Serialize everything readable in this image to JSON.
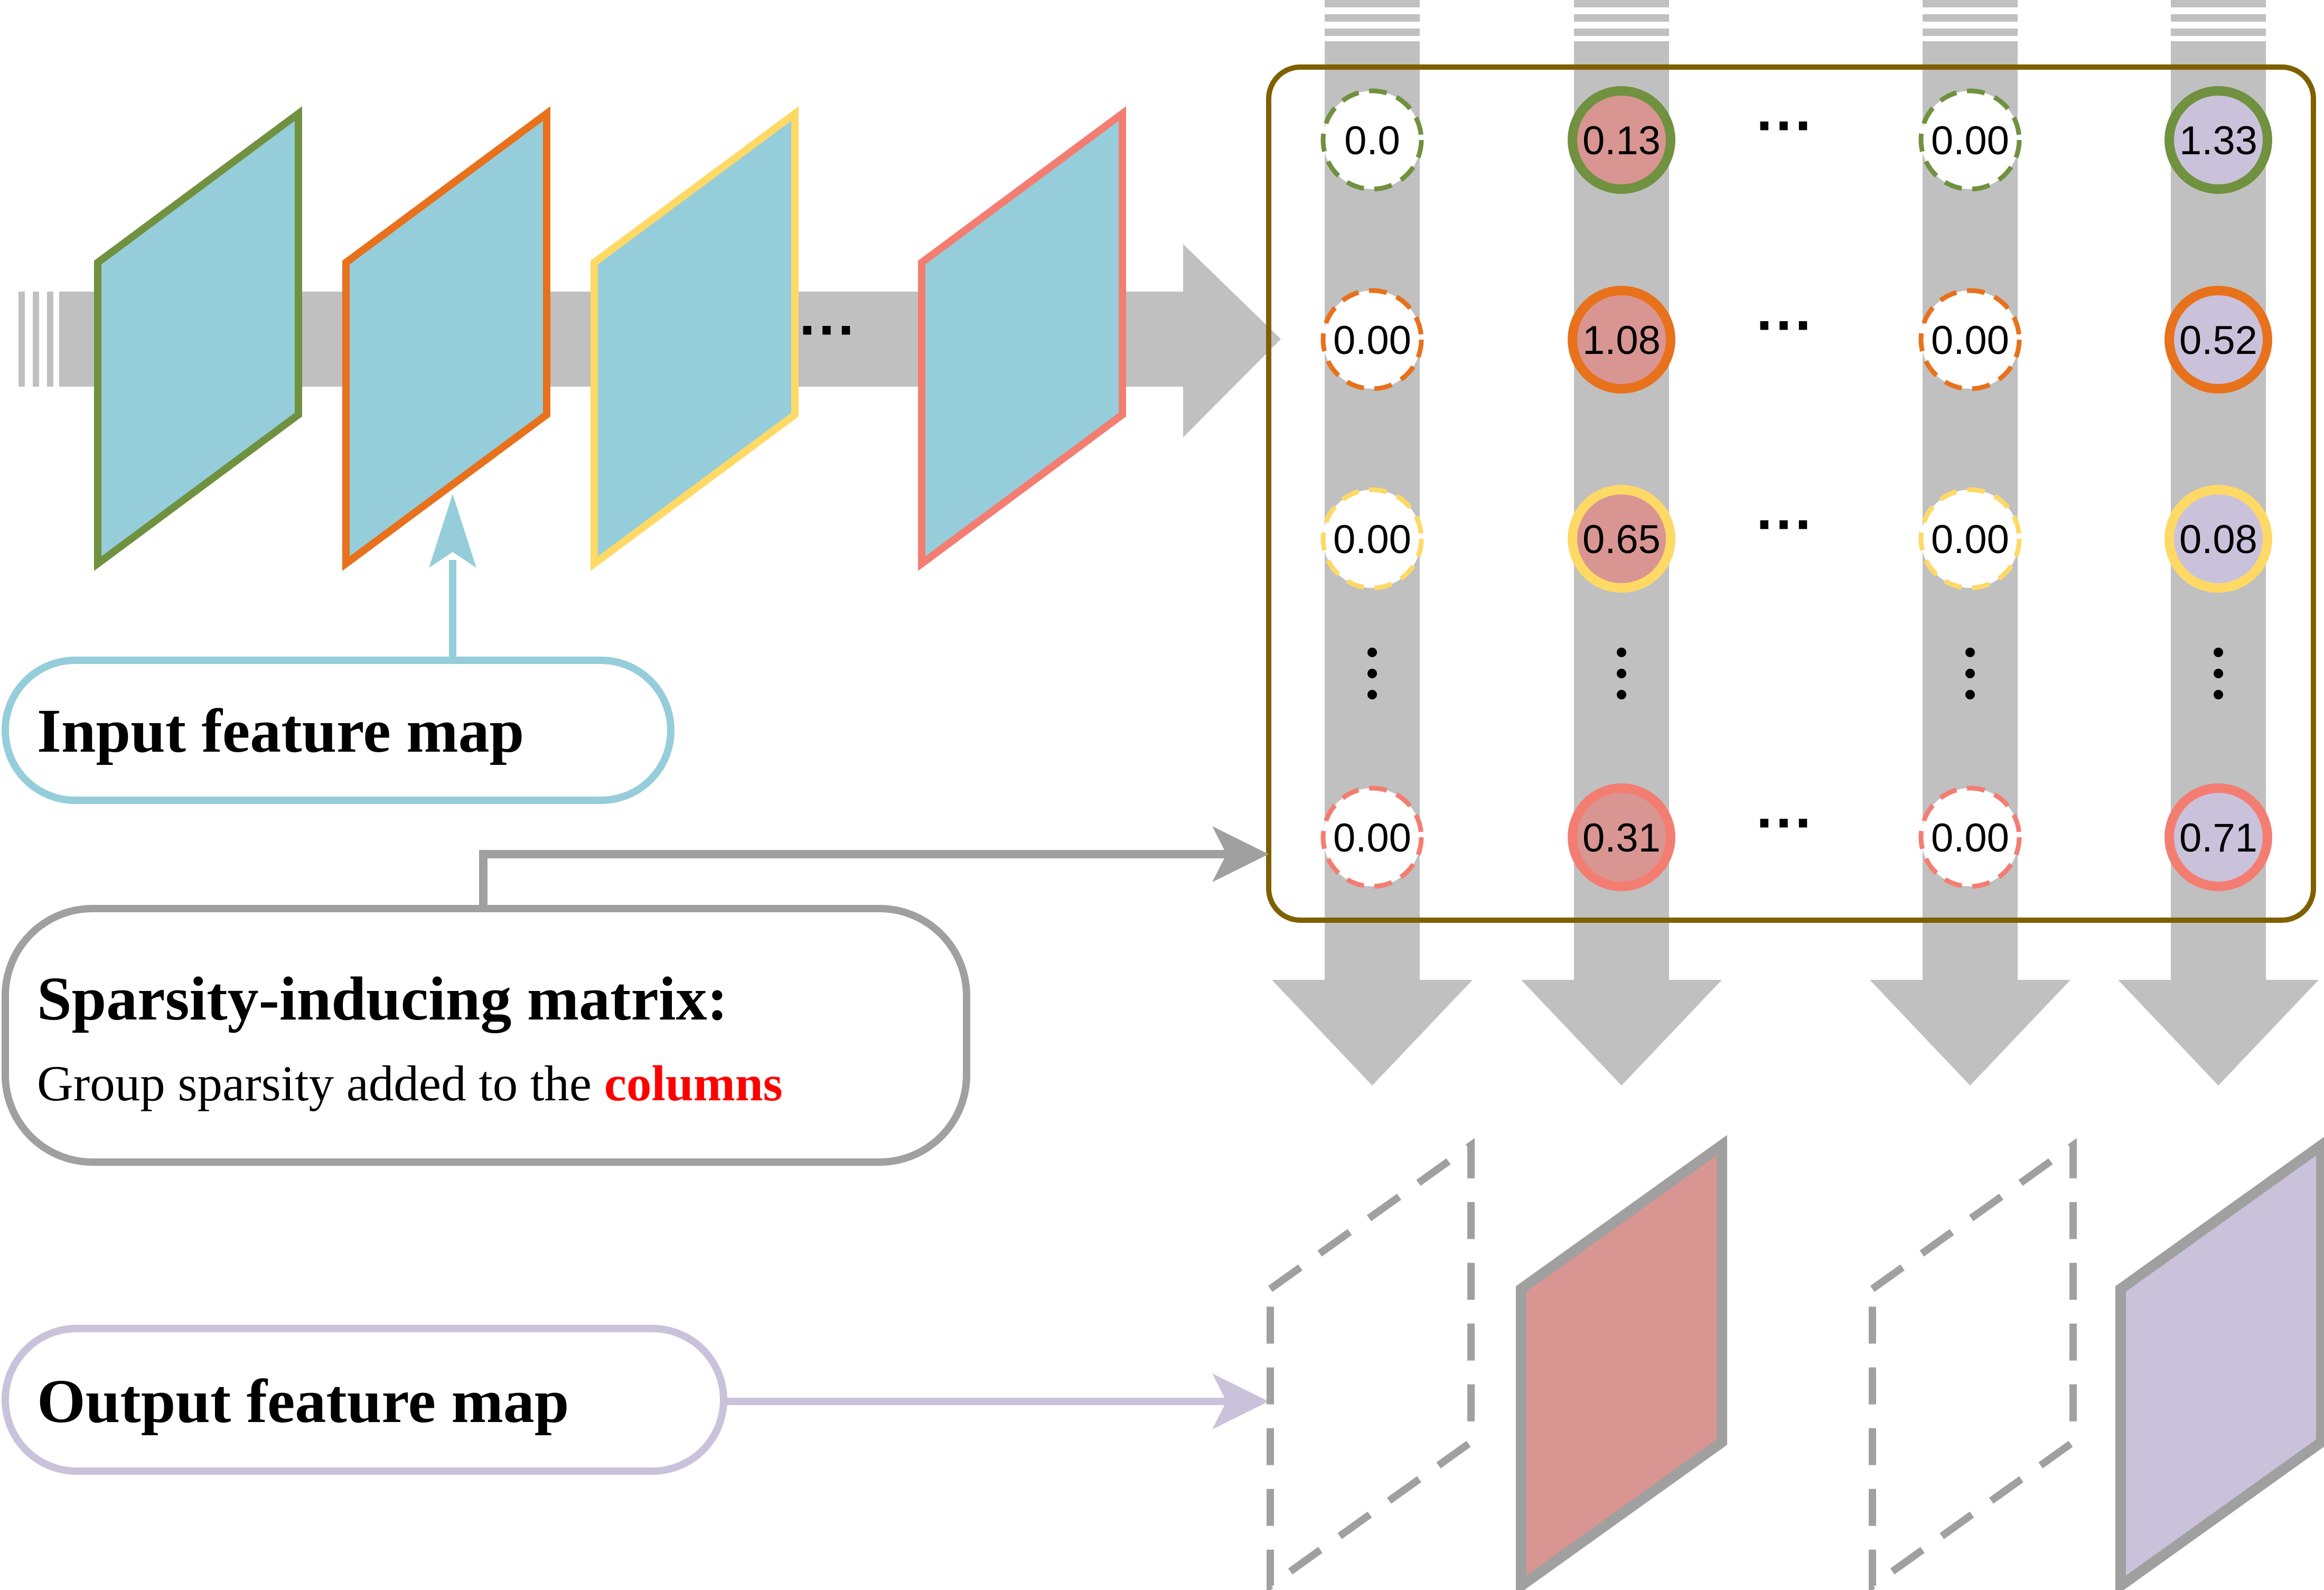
{
  "colors": {
    "input_map_fill": "#96CDDA",
    "arrow_gray": "#C0C0C0",
    "matrix_border": "#7F6000",
    "row_green": "#70913F",
    "row_orange": "#E8711C",
    "row_yellow": "#FFD966",
    "row_red": "#F47D72",
    "cell_red": "#D99591",
    "cell_purple": "#CAC2DA",
    "box_input": "#96CDDA",
    "box_sparsity": "#A0A0A0",
    "box_output": "#CAC2DA",
    "emphasis_red": "#FF0000",
    "output_red_fill": "#D99591",
    "output_purple_fill": "#CAC2DA"
  },
  "labels": {
    "input_feature_map": "Input feature map",
    "sparsity_title": "Sparsity-inducing matrix:",
    "sparsity_desc": "Group sparsity added to the ",
    "sparsity_emph": "columns",
    "output_feature_map": "Output feature map",
    "ellipsis_h": "···",
    "ellipsis_v": "⋮"
  },
  "matrix": {
    "rows": [
      {
        "color_key": "row_green",
        "values": [
          "0.0",
          "0.13",
          "0.00",
          "1.33"
        ]
      },
      {
        "color_key": "row_orange",
        "values": [
          "0.00",
          "1.08",
          "0.00",
          "0.52"
        ]
      },
      {
        "color_key": "row_yellow",
        "values": [
          "0.00",
          "0.65",
          "0.00",
          "0.08"
        ]
      },
      {
        "color_key": "row_red",
        "values": [
          "0.00",
          "0.31",
          "0.00",
          "0.71"
        ]
      }
    ],
    "column_active": [
      false,
      true,
      false,
      true
    ],
    "column_fill_keys": [
      "",
      "cell_red",
      "",
      "cell_purple"
    ]
  },
  "input_maps": [
    {
      "color_key": "row_green"
    },
    {
      "color_key": "row_orange"
    },
    {
      "color_key": "row_yellow"
    },
    {
      "color_key": "row_red"
    }
  ],
  "output_maps": [
    {
      "active": false,
      "fill_key": ""
    },
    {
      "active": true,
      "fill_key": "output_red_fill"
    },
    {
      "active": false,
      "fill_key": ""
    },
    {
      "active": true,
      "fill_key": "output_purple_fill"
    }
  ],
  "icons": {
    "input_arrow": "arrow-up-icon",
    "matrix_arrow": "arrow-right-icon",
    "output_arrow": "arrow-right-icon"
  }
}
